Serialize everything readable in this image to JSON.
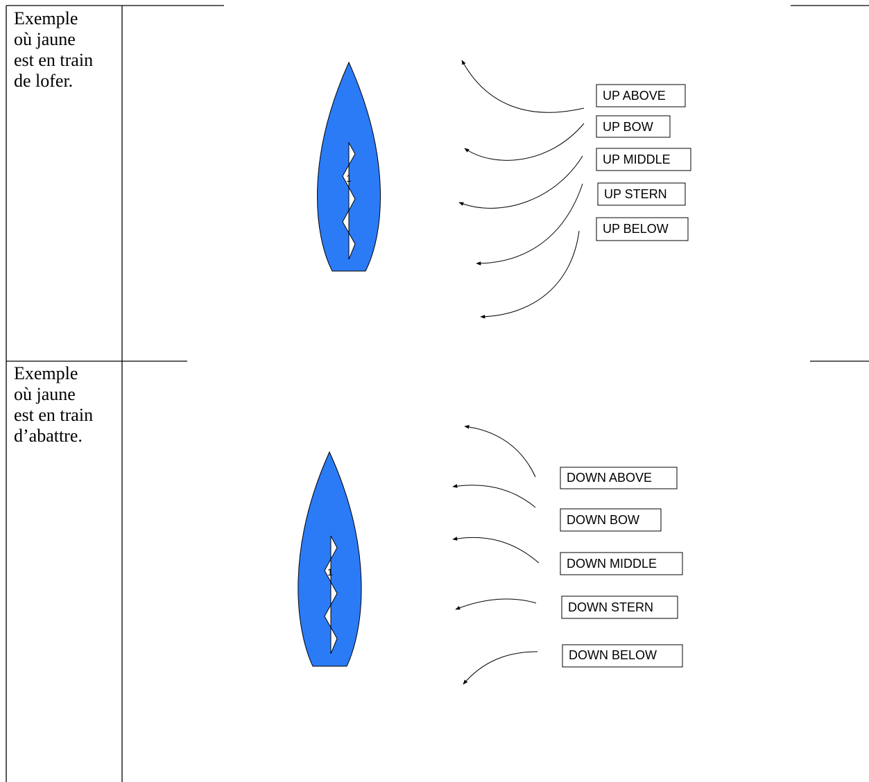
{
  "colors": {
    "hull": "#2b7bf6",
    "line": "#000000",
    "background": "#ffffff"
  },
  "rows": [
    {
      "description": [
        "Exemple",
        "où jaune",
        "est en train",
        "de lofer."
      ],
      "boat_number": "1",
      "labels": [
        "UP ABOVE",
        "UP BOW",
        "UP MIDDLE",
        "UP STERN",
        "UP BELOW"
      ]
    },
    {
      "description": [
        "Exemple",
        "où jaune",
        "est en train",
        "d’abattre."
      ],
      "boat_number": "1",
      "labels": [
        "DOWN ABOVE",
        "DOWN BOW",
        "DOWN MIDDLE",
        "DOWN STERN",
        "DOWN BELOW"
      ]
    }
  ]
}
